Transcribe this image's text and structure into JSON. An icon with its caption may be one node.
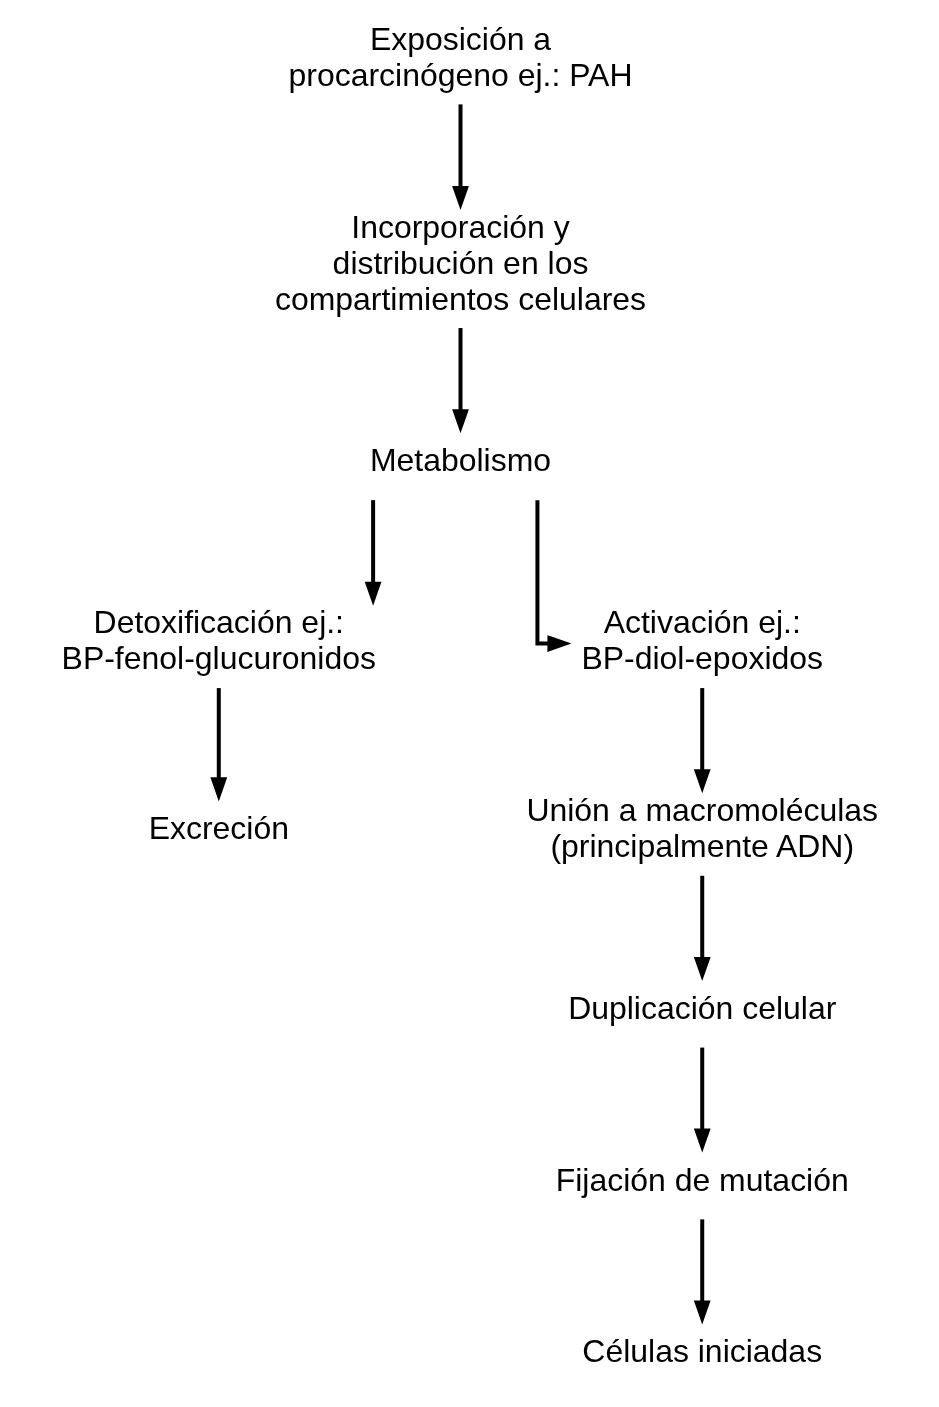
{
  "diagram": {
    "nodes": [
      {
        "text": [
          "Exposición a procarcinógeno ej.: PAH"
        ]
      },
      {
        "text": [
          "Incorporación y distribución en los compartimientos celulares"
        ]
      },
      {
        "text": [
          "Metabolismo"
        ]
      },
      {
        "text": [
          "Detoxificación ej.: BP-fenol-glucuronidos"
        ]
      },
      {
        "text": [
          "Excreción"
        ]
      },
      {
        "text": [
          "Activación ej.: BP-diol-epoxidos"
        ]
      },
      {
        "text": [
          "Unión a macromoléculas (principalmente ADN)"
        ]
      },
      {
        "text": [
          "Duplicación celular"
        ]
      },
      {
        "text": [
          "Fijación de mutación"
        ]
      },
      {
        "text": [
          "Células iniciadas"
        ]
      }
    ],
    "edges": [
      {
        "from": 0,
        "to": 1,
        "arrow": "to"
      },
      {
        "from": 1,
        "to": 2,
        "arrow": "to"
      },
      {
        "from": 2,
        "to": 3,
        "arrow": "to"
      },
      {
        "from": 2,
        "to": 5,
        "arrow": "to"
      },
      {
        "from": 3,
        "to": 4,
        "arrow": "to"
      },
      {
        "from": 5,
        "to": 6,
        "arrow": "to"
      },
      {
        "from": 6,
        "to": 7,
        "arrow": "to"
      },
      {
        "from": 7,
        "to": 8,
        "arrow": "to"
      },
      {
        "from": 8,
        "to": 9,
        "arrow": "to"
      }
    ]
  }
}
